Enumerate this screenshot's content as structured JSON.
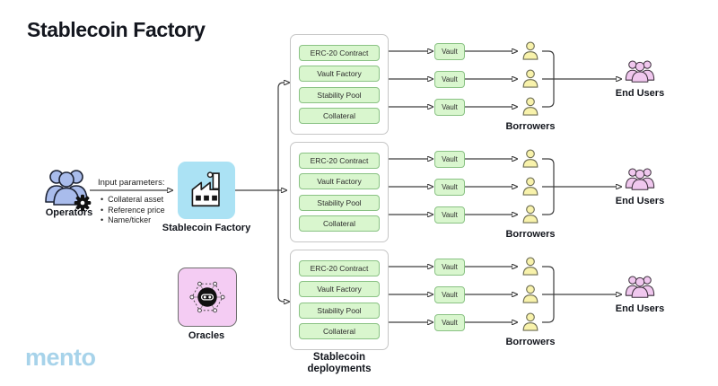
{
  "title": "Stablecoin Factory",
  "logo_text": "mento",
  "colors": {
    "factory_blue": "#abe2f4",
    "oracle_pink": "#f4ccf3",
    "component_green": "#d9f6ce",
    "component_border": "#8ac284",
    "borrower_yellow": "#f8f2ab",
    "end_user_pink": "#f0c7ee",
    "operator_blue": "#a9bcec",
    "logo_blue": "#a7d3ea",
    "line_color": "#3d3d3d"
  },
  "operators": {
    "label": "Operators",
    "icon": "operators-people-gear-icon"
  },
  "input_parameters": {
    "label": "Input parameters:",
    "items": [
      "Collateral asset",
      "Reference price",
      "Name/ticker"
    ]
  },
  "factory": {
    "label": "Stablecoin Factory",
    "icon": "factory-icon"
  },
  "oracles": {
    "label": "Oracles",
    "icon": "oracle-network-icon"
  },
  "deployments": {
    "label_line1": "Stablecoin",
    "label_line2": "deployments",
    "groups": [
      {
        "components": [
          "ERC-20 Contract",
          "Vault Factory",
          "Stability Pool",
          "Collateral"
        ],
        "vaults": [
          "Vault",
          "Vault",
          "Vault"
        ],
        "borrowers_label": "Borrowers",
        "end_users_label": "End Users"
      },
      {
        "components": [
          "ERC-20 Contract",
          "Vault Factory",
          "Stability Pool",
          "Collateral"
        ],
        "vaults": [
          "Vault",
          "Vault",
          "Vault"
        ],
        "borrowers_label": "Borrowers",
        "end_users_label": "End Users"
      },
      {
        "components": [
          "ERC-20 Contract",
          "Vault Factory",
          "Stability Pool",
          "Collateral"
        ],
        "vaults": [
          "Vault",
          "Vault",
          "Vault"
        ],
        "borrowers_label": "Borrowers",
        "end_users_label": "End Users"
      }
    ]
  }
}
